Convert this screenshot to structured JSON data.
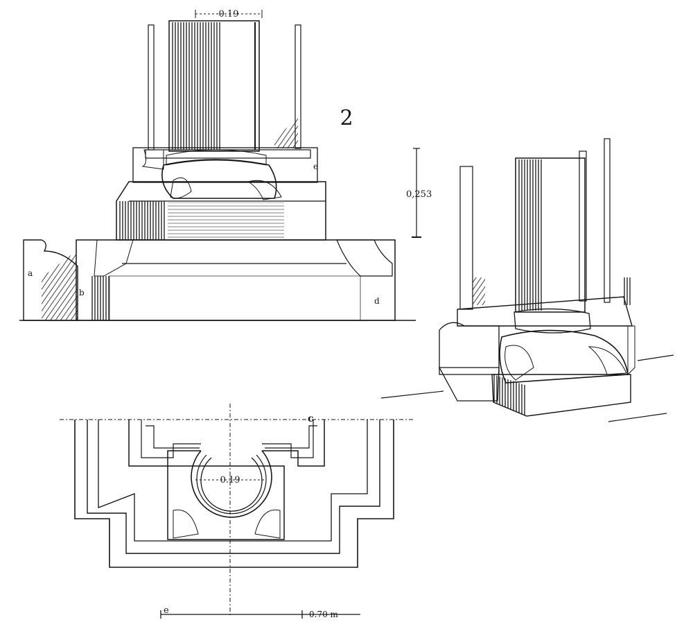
{
  "figure": {
    "number": "2",
    "dimensions": {
      "column_width_top": "0.19",
      "column_width_plan": "0.19",
      "base_height": "0,253",
      "scale_bar": "0.70 m"
    },
    "labels": {
      "a": "a",
      "b": "b",
      "c": "c",
      "d": "d",
      "e": "e",
      "e_scale": "e"
    },
    "colors": {
      "ink": "#141414",
      "paper": "#ffffff"
    }
  }
}
